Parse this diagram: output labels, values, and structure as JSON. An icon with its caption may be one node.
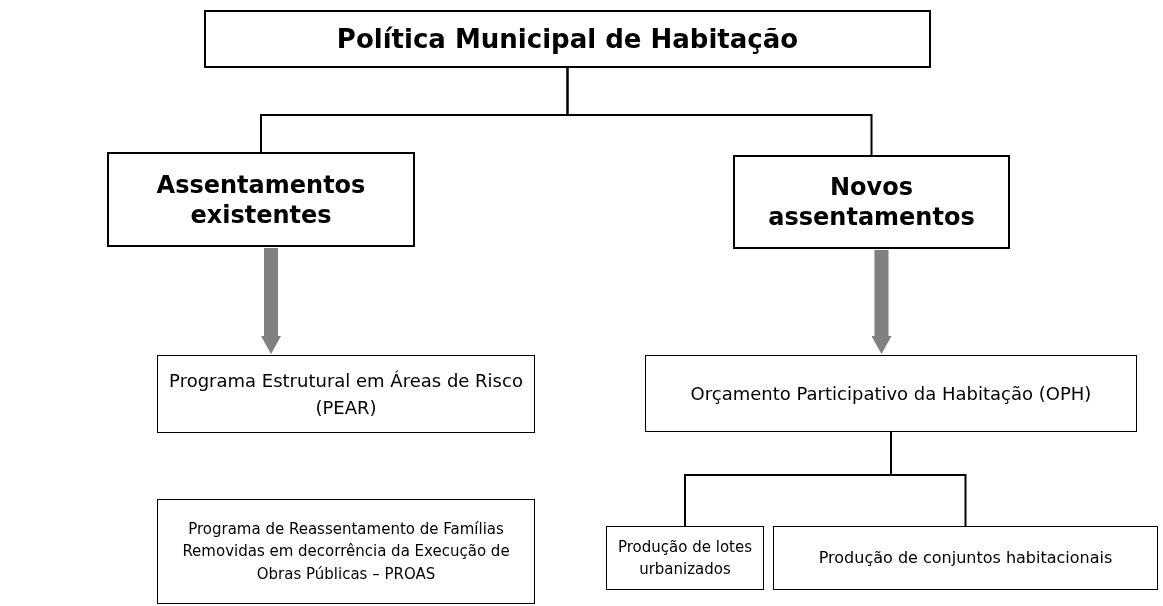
{
  "diagram": {
    "nodes": [
      {
        "text": [
          "Política Municipal de Habitação"
        ]
      },
      {
        "text": [
          "Assentamentos existentes"
        ]
      },
      {
        "text": [
          "Novos assentamentos"
        ]
      },
      {
        "text": [
          "Programa Estrutural em Áreas de Risco (PEAR)"
        ]
      },
      {
        "text": [
          "Programa de Reassentamento de Famílias Removidas em decorrência da Execução de Obras Públicas – PROAS"
        ]
      },
      {
        "text": [
          "Orçamento Participativo da Habitação (OPH)"
        ]
      },
      {
        "text": [
          "Produção de lotes urbanizados"
        ]
      },
      {
        "text": [
          "Produção de conjuntos habitacionais"
        ]
      }
    ],
    "edges": [
      {
        "from": 0,
        "to": 1,
        "arrow": "none"
      },
      {
        "from": 0,
        "to": 2,
        "arrow": "none"
      },
      {
        "from": 1,
        "to": 3,
        "arrow": "to",
        "style": "thick",
        "color": "#808080"
      },
      {
        "from": 2,
        "to": 5,
        "arrow": "to",
        "style": "thick",
        "color": "#808080"
      },
      {
        "from": 5,
        "to": 6,
        "arrow": "none"
      },
      {
        "from": 5,
        "to": 7,
        "arrow": "none"
      }
    ]
  }
}
